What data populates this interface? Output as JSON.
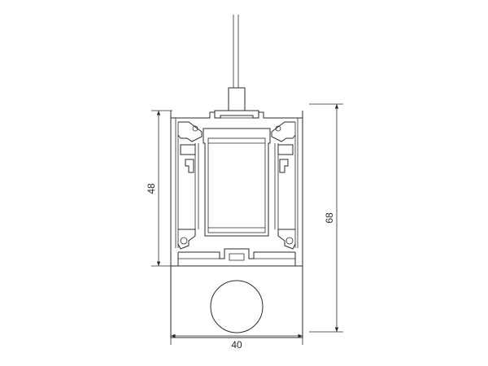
{
  "dimensions": {
    "width_label": "40",
    "height_inner_label": "48",
    "height_total_label": "68"
  },
  "colors": {
    "line": "#2a2a2a",
    "background": "#ffffff",
    "lens": "#ffffff"
  }
}
